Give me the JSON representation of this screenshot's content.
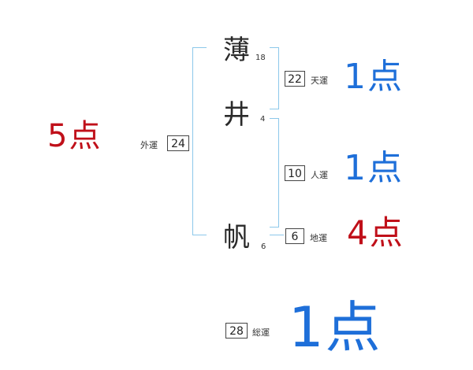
{
  "name": {
    "chars": [
      {
        "char": "薄",
        "strokes": "18"
      },
      {
        "char": "井",
        "strokes": "4"
      },
      {
        "char": "帆",
        "strokes": "6"
      }
    ]
  },
  "kakusu": {
    "tenkaku": {
      "value": "22",
      "label": "天運",
      "score": "1点"
    },
    "jinkaku": {
      "value": "10",
      "label": "人運",
      "score": "1点"
    },
    "chikaku": {
      "value": "6",
      "label": "地運",
      "score": "4点"
    },
    "gaikaku": {
      "value": "24",
      "label": "外運",
      "score": "5点"
    },
    "soukaku": {
      "value": "28",
      "label": "総運",
      "score": "1点"
    }
  },
  "colors": {
    "bracket": "#8cc8ea",
    "score_blue": "#1e6fd9",
    "score_red": "#c0101a"
  }
}
